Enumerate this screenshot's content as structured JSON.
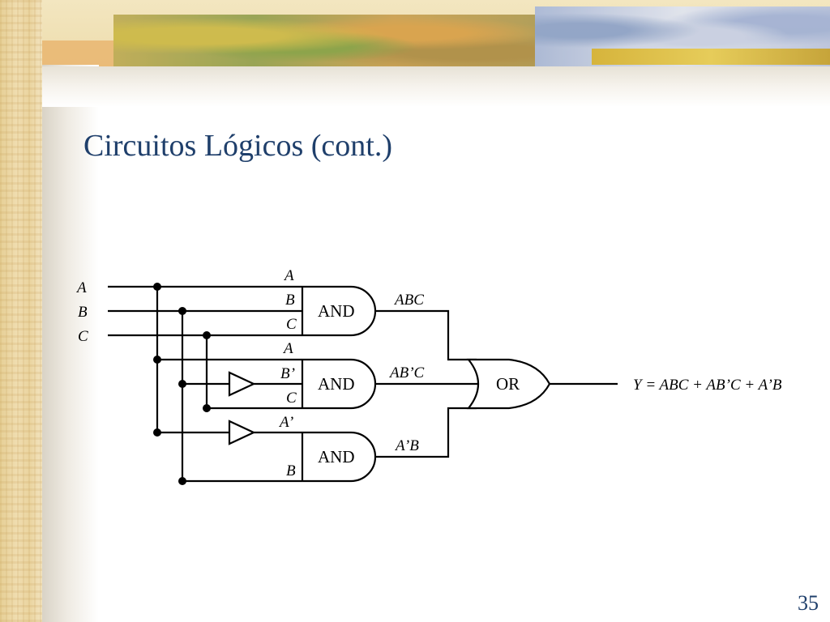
{
  "title": "Circuitos Lógicos (cont.)",
  "page_number": "35",
  "circuit": {
    "inputs": [
      "A",
      "B",
      "C"
    ],
    "gate1": {
      "type": "AND",
      "inputs": [
        "A",
        "B",
        "C"
      ],
      "output": "ABC"
    },
    "gate2": {
      "type": "AND",
      "inputs": [
        "A",
        "B’",
        "C"
      ],
      "output": "AB’C"
    },
    "gate3": {
      "type": "AND",
      "inputs": [
        "A’",
        "B"
      ],
      "output": "A’B"
    },
    "gate4": {
      "type": "OR",
      "output_expression": "Y = ABC + AB’C + A’B"
    }
  }
}
